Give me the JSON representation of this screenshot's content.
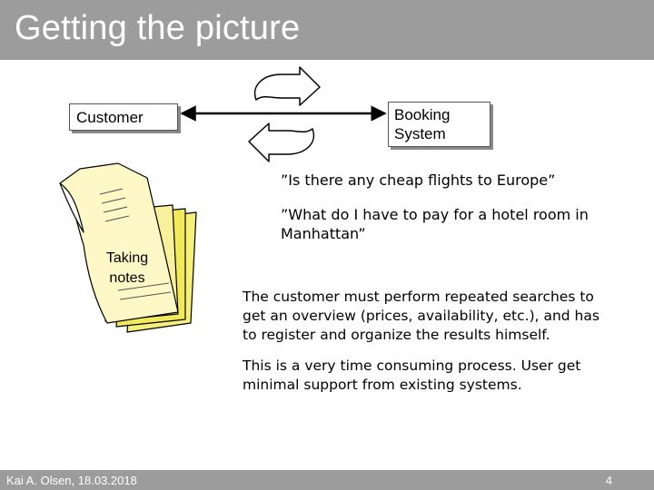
{
  "slide": {
    "title": "Getting the picture"
  },
  "diagram": {
    "customer_label": "Customer",
    "booking_system_label": "Booking System",
    "notes_label": "Taking notes"
  },
  "queries": [
    "”Is there any cheap flights to Europe”",
    "”What do I have to pay for a hotel room in Manhattan”"
  ],
  "paragraphs": [
    "The customer must perform repeated searches to get an overview (prices, availability, etc.), and has to register and organize the results himself.",
    "This is a very time consuming process. User get minimal support from existing systems."
  ],
  "footer": {
    "author_date": "Kai A. Olsen, 18.03.2018",
    "page_number": "4"
  }
}
